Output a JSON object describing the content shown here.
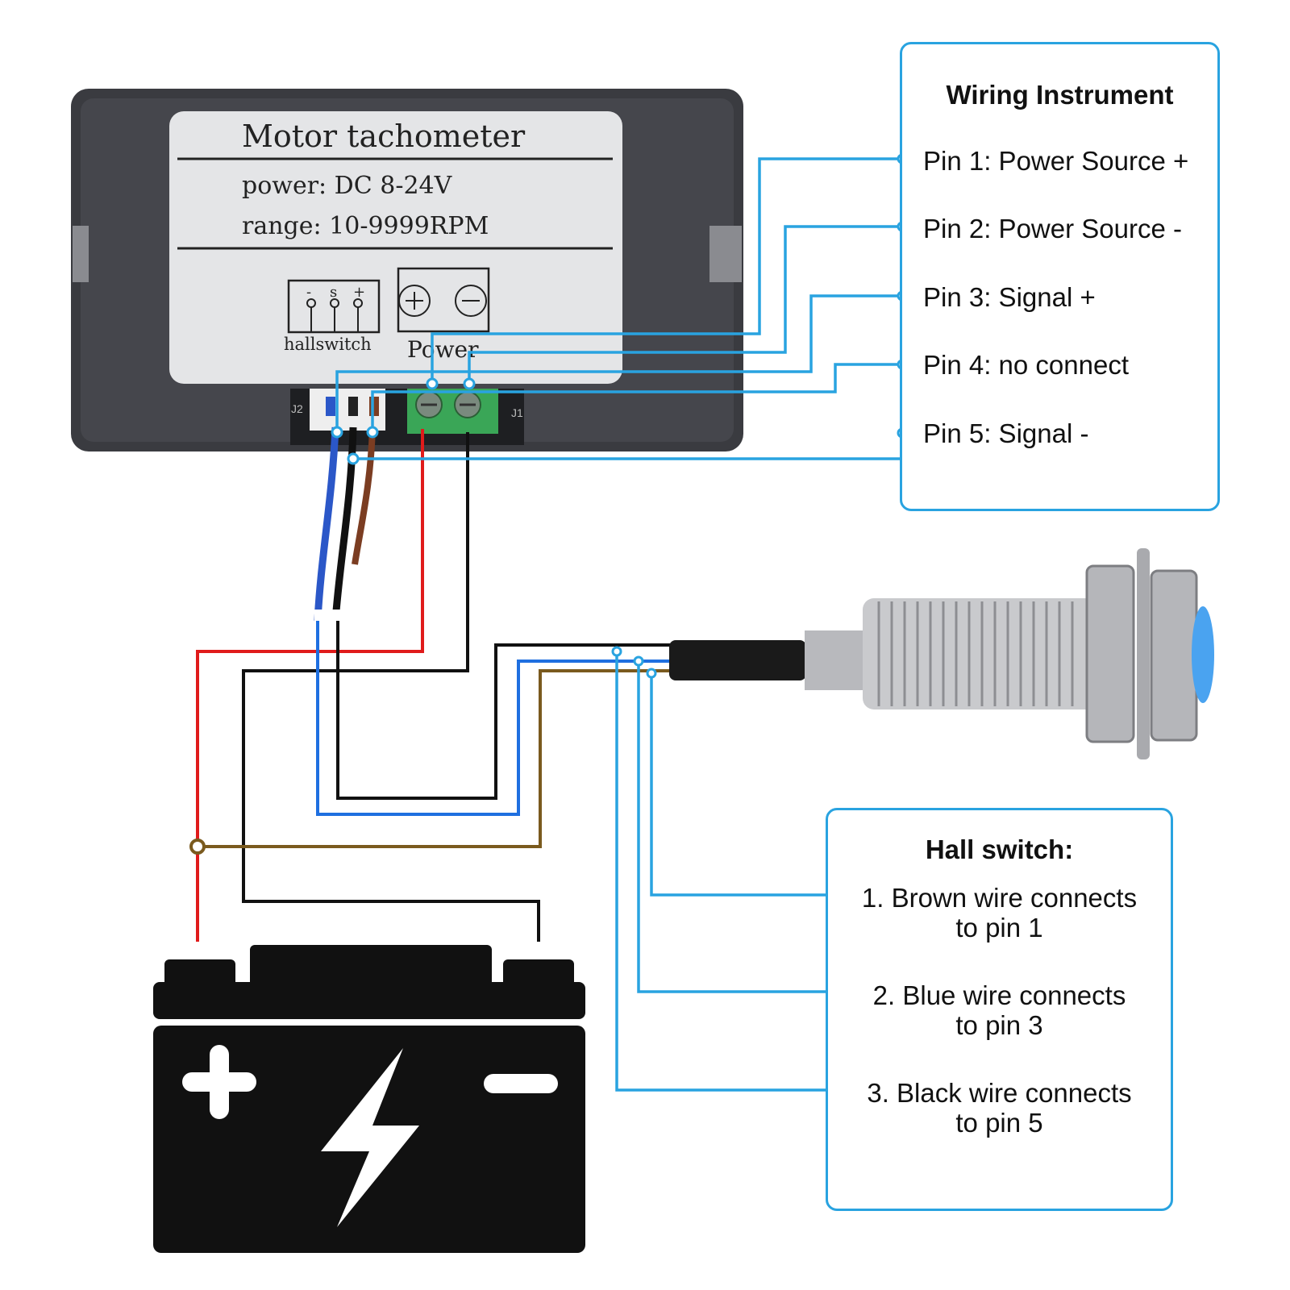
{
  "device": {
    "title": "Motor tachometer",
    "power_line": "power: DC 8-24V",
    "range_line": "range: 10-9999RPM",
    "hall_label": "hallswitch",
    "hall_pins": [
      "-",
      "s",
      "+"
    ],
    "power_label": "Power",
    "j2_label": "J2",
    "j1_label": "J1"
  },
  "wiring_panel": {
    "title": "Wiring Instrument",
    "pins": [
      "Pin 1: Power Source +",
      "Pin 2: Power Source -",
      "Pin 3: Signal +",
      "Pin 4: no connect",
      "Pin 5: Signal -"
    ]
  },
  "hall_panel": {
    "title": "Hall switch:",
    "items": [
      {
        "line1": "1. Brown wire connects",
        "line2": "to pin 1"
      },
      {
        "line1": "2. Blue wire connects",
        "line2": "to pin 3"
      },
      {
        "line1": "3. Black wire connects",
        "line2": "to pin 5"
      }
    ]
  },
  "colors": {
    "leader": "#29a3e0",
    "red": "#e01b1b",
    "black": "#111111",
    "blue": "#1f6fe0",
    "brown": "#7a5a1e",
    "device_body": "#3a3b40",
    "label_plate": "#e4e5e7",
    "terminal_green": "#3aa657"
  },
  "icons": [
    "battery-icon",
    "lightning-bolt-icon",
    "plus-icon",
    "minus-icon",
    "hall-sensor-icon"
  ]
}
